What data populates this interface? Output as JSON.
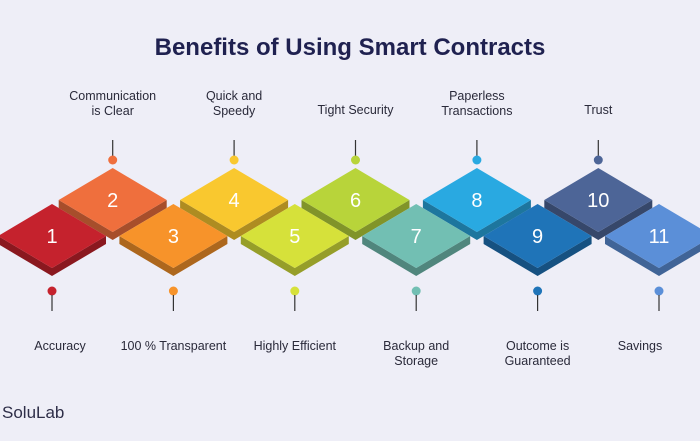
{
  "title": "Benefits of Using Smart Contracts",
  "brand": "SoluLab",
  "steps": [
    {
      "num": "1",
      "label": "Accuracy",
      "color": "#c5222d",
      "side": "bottom"
    },
    {
      "num": "2",
      "label": "Communication\nis Clear",
      "color": "#ef6f3d",
      "side": "top"
    },
    {
      "num": "3",
      "label": "100 % Transparent",
      "color": "#f7932a",
      "side": "bottom"
    },
    {
      "num": "4",
      "label": "Quick and\nSpeedy",
      "color": "#f9c82f",
      "side": "top"
    },
    {
      "num": "5",
      "label": "Highly Efficient",
      "color": "#d6e13a",
      "side": "bottom"
    },
    {
      "num": "6",
      "label": "Tight Security",
      "color": "#b8d43a",
      "side": "top"
    },
    {
      "num": "7",
      "label": "Backup and\nStorage",
      "color": "#72bfb3",
      "side": "bottom"
    },
    {
      "num": "8",
      "label": "Paperless\nTransactions",
      "color": "#29a9e1",
      "side": "top"
    },
    {
      "num": "9",
      "label": "Outcome is\nGuaranteed",
      "color": "#1f74b8",
      "side": "bottom"
    },
    {
      "num": "10",
      "label": "Trust",
      "color": "#4d6597",
      "side": "top"
    },
    {
      "num": "11",
      "label": "Savings",
      "color": "#5b8fd8",
      "side": "bottom"
    }
  ]
}
